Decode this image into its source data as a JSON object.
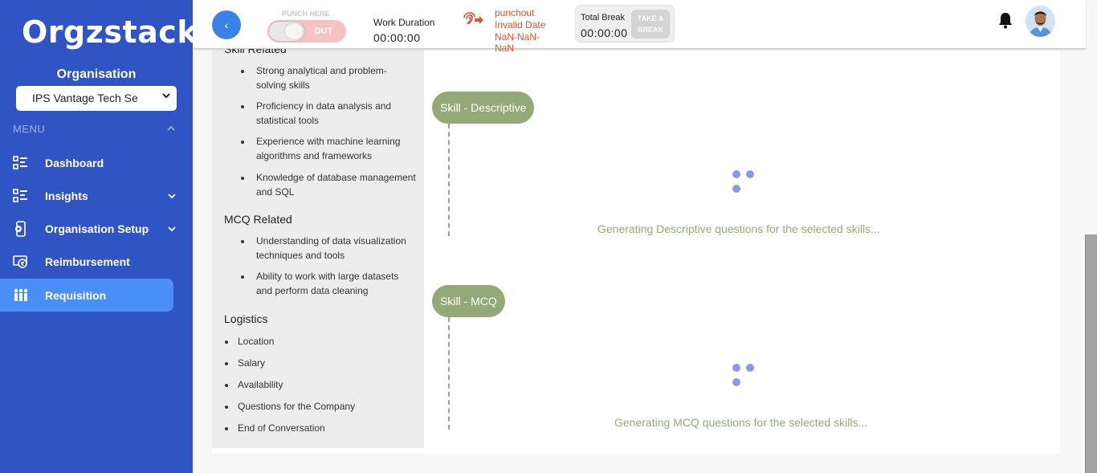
{
  "brand": {
    "logo": "Orgzstack"
  },
  "sidebar": {
    "org_label": "Organisation",
    "org_selected": "IPS Vantage Tech Se",
    "menu_label": "MENU",
    "items": [
      {
        "label": "Dashboard",
        "icon": "dashboard-icon"
      },
      {
        "label": "Insights",
        "icon": "insights-icon"
      },
      {
        "label": "Organisation Setup",
        "icon": "organisation-setup-icon"
      },
      {
        "label": "Reimbursement",
        "icon": "reimbursement-icon"
      },
      {
        "label": "Requisition",
        "icon": "requisition-icon",
        "active": true
      }
    ]
  },
  "topbar": {
    "punch_label": "PUNCH HERE",
    "punch_state": "OUT",
    "work_duration_label": "Work Duration",
    "work_duration_value": "00:00:00",
    "punch_status_line1": "punchout",
    "punch_status_line2": "Invalid Date",
    "punch_status_line3": "NaN-NaN-",
    "punch_status_line4": "NaN",
    "total_break_label": "Total Break",
    "total_break_value": "00:00:00",
    "take_break_line1": "TAKE A",
    "take_break_line2": "BREAK"
  },
  "left": {
    "skill_related_title": "Skill Related",
    "skill_items": [
      "Strong analytical and problem-solving skills",
      "Proficiency in data analysis and statistical tools",
      "Experience with machine learning algorithms and frameworks",
      "Knowledge of database management and SQL"
    ],
    "mcq_related_title": "MCQ Related",
    "mcq_items": [
      "Understanding of data visualization techniques and tools",
      "Ability to work with large datasets and perform data cleaning"
    ],
    "logistics_title": "Logistics",
    "logistics_items": [
      "Location",
      "Salary",
      "Availability",
      "Questions for the Company",
      "End of Conversation"
    ]
  },
  "right": {
    "descriptive_pill": "Skill - Descriptive",
    "descriptive_status": "Generating Descriptive questions for the selected skills...",
    "mcq_pill": "Skill - MCQ",
    "mcq_status": "Generating MCQ questions for the selected skills..."
  },
  "colors": {
    "sidebar_bg": "#3154c5",
    "active_item": "#4a8ff8",
    "pill_green": "#93aa78",
    "dots": "#8c98e8",
    "punch_status": "#e0532d"
  }
}
